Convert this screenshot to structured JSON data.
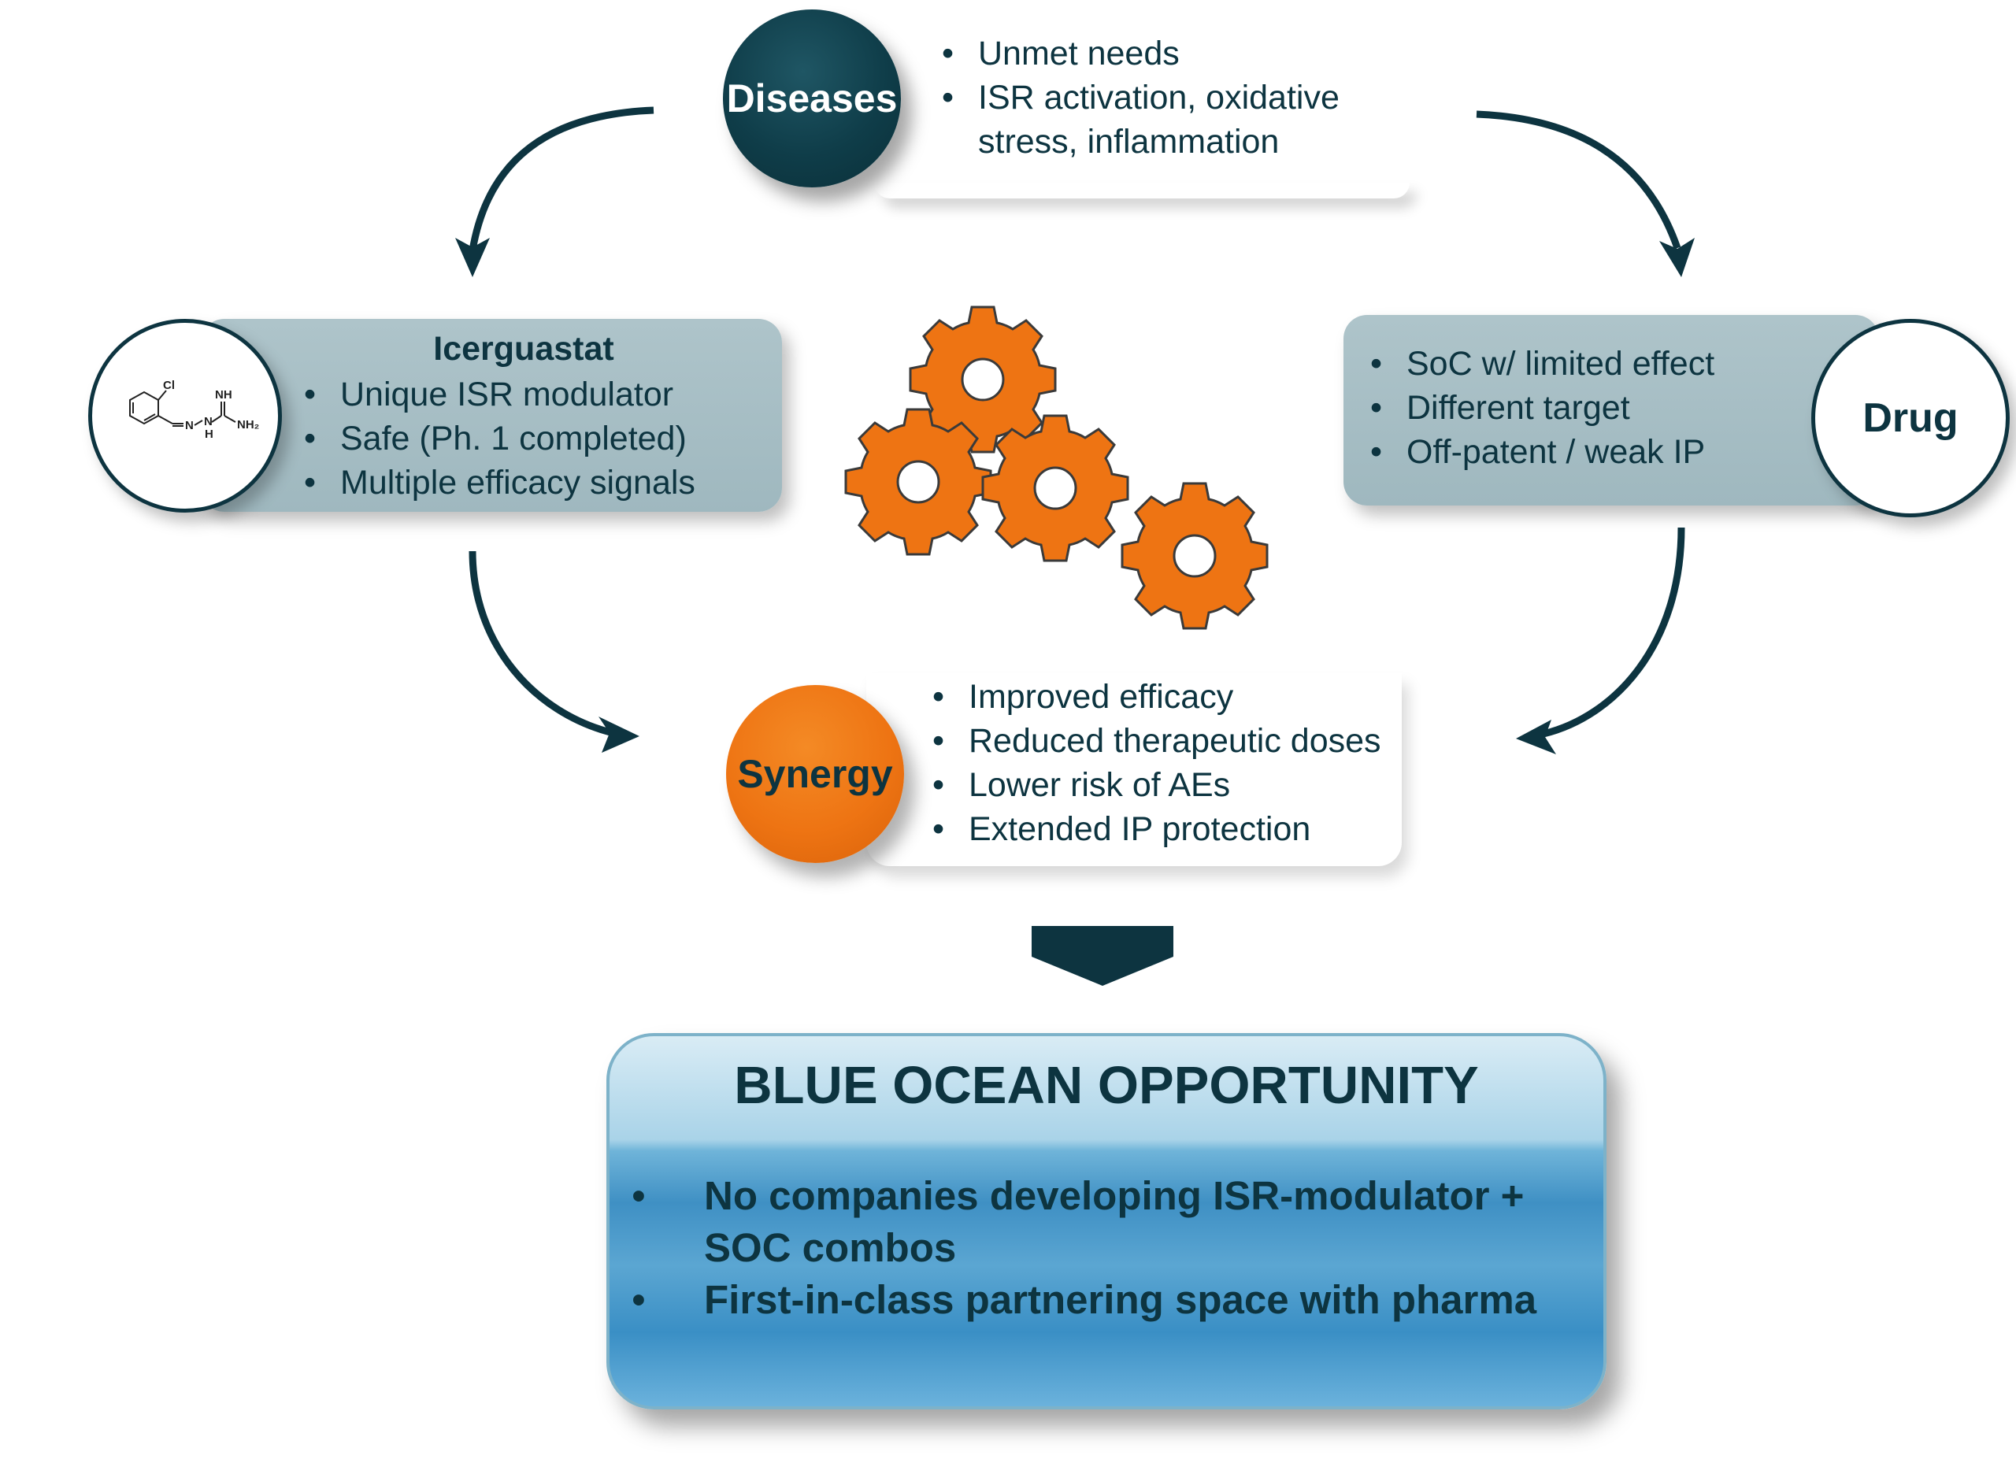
{
  "colors": {
    "dark_teal": "#0d3440",
    "orange": "#ee7413",
    "grey_box": "#a8bfc5",
    "ocean_blue": "#3f90c4"
  },
  "diseases": {
    "label": "Diseases",
    "bullets": [
      "Unmet needs",
      "ISR activation, oxidative stress, inflammation"
    ]
  },
  "icerguastat": {
    "title": "Icerguastat",
    "bullets": [
      "Unique ISR modulator",
      "Safe (Ph. 1 completed)",
      "Multiple efficacy signals"
    ],
    "structure": {
      "atom_cl": "Cl",
      "atom_nh": "NH",
      "atom_n": "N",
      "atom_n2": "N",
      "atom_h": "H",
      "atom_nh2": "NH₂"
    }
  },
  "drug": {
    "label": "Drug",
    "bullets": [
      "SoC w/ limited effect",
      "Different target",
      "Off-patent / weak IP"
    ]
  },
  "synergy": {
    "label": "Synergy",
    "bullets": [
      "Improved efficacy",
      "Reduced therapeutic doses",
      "Lower risk of AEs",
      "Extended IP protection"
    ]
  },
  "gears_icon": "gears-icon",
  "ocean": {
    "title": "BLUE OCEAN OPPORTUNITY",
    "bullets": [
      "No companies developing ISR-modulator + SOC combos",
      "First-in-class partnering space with pharma"
    ]
  }
}
